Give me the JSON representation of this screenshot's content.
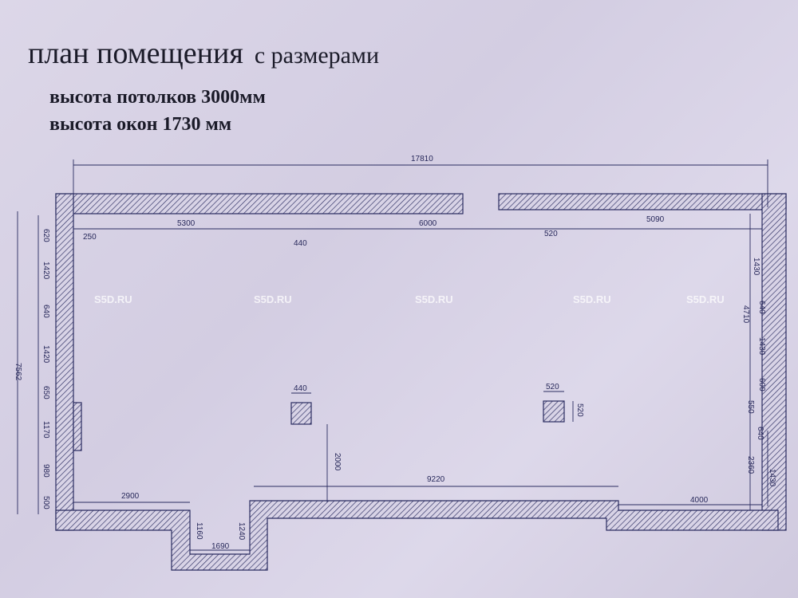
{
  "title": "план помещения",
  "title_suffix": "с размерами",
  "ceiling_height": "высота потолков 3000мм",
  "window_height": "высота окон 1730 мм",
  "watermark": "S5D.RU",
  "dimensions": {
    "total_width": "17810",
    "total_height": "7562",
    "top": [
      "5300",
      "6000",
      "5090",
      "250",
      "440",
      "520"
    ],
    "left": [
      "620",
      "1420",
      "640",
      "1420",
      "650",
      "1170",
      "980",
      "500"
    ],
    "right": [
      "1430",
      "4710",
      "640",
      "1430",
      "600",
      "550",
      "640",
      "2360",
      "1430"
    ],
    "bottom": [
      "2900",
      "9220",
      "4000",
      "1160",
      "1690",
      "1240",
      "2000"
    ],
    "columns": [
      "440",
      "520",
      "520"
    ]
  }
}
